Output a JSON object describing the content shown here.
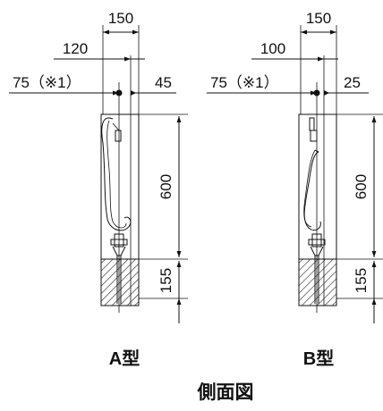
{
  "figure_title": "側面図",
  "views": [
    {
      "label": "A型",
      "dims": {
        "top": "150",
        "second": "120",
        "left_ref": "75（※1）",
        "right_ref": "45",
        "height": "600",
        "bottom": "155"
      }
    },
    {
      "label": "B型",
      "dims": {
        "top": "150",
        "second": "100",
        "left_ref": "75（※1）",
        "right_ref": "25",
        "height": "600",
        "bottom": "155"
      }
    }
  ]
}
